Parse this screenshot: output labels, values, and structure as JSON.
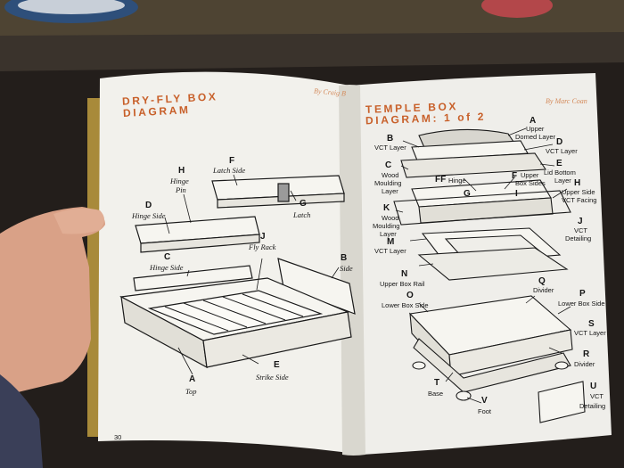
{
  "left_page": {
    "title_line1": "DRY-FLY BOX",
    "title_line2": "DIAGRAM",
    "byline": "By Craig B",
    "page_number": "30",
    "labels": {
      "F": "F",
      "F_text": "Latch Side",
      "H": "H",
      "H_text1": "Hinge",
      "H_text2": "Pin",
      "D": "D",
      "D_text": "Hinge Side",
      "G": "G",
      "G_text": "Latch",
      "C": "C",
      "C_text": "Hinge Side",
      "J": "J",
      "J_text": "Fly Rack",
      "B": "B",
      "B_text": "Side",
      "E": "E",
      "E_text": "Strike Side",
      "A": "A",
      "A_text": "Top"
    }
  },
  "right_page": {
    "title_line1": "TEMPLE BOX",
    "title_line2": "DIAGRAM: 1 of 2",
    "byline": "By Marc Coan",
    "labels": {
      "A": "A",
      "A_text1": "Upper",
      "A_text2": "Domed Layer",
      "B": "B",
      "B_text": "VCT Layer",
      "D": "D",
      "D_text": "VCT Layer",
      "C": "C",
      "C_text1": "Wood",
      "C_text2": "Moulding",
      "C_text3": "Layer",
      "E": "E",
      "E_text1": "Lid Bottom",
      "E_text2": "Layer",
      "FF": "FF",
      "FF_text": "Hinge",
      "F": "F",
      "F_text1": "Upper",
      "F_text2": "Box Sides",
      "G": "G",
      "H": "H",
      "H_text1": "Upper Side",
      "H_text2": "VCT Facing",
      "I": "I",
      "K": "K",
      "K_text1": "Wood",
      "K_text2": "Moulding",
      "K_text3": "Layer",
      "J": "J",
      "J_text1": "VCT",
      "J_text2": "Detailing",
      "M": "M",
      "M_text": "VCT Layer",
      "N": "N",
      "N_text": "Upper Box Rail",
      "O": "O",
      "O_text": "Lower Box Side",
      "Q": "Q",
      "Q_text": "Divider",
      "P": "P",
      "P_text": "Lower Box Side",
      "S": "S",
      "S_text": "VCT Layer",
      "R": "R",
      "R_text": "Divider",
      "T": "T",
      "T_text": "Base",
      "V": "V",
      "V_text": "Foot",
      "U": "U",
      "U_text1": "VCT",
      "U_text2": "Detailing"
    }
  },
  "colors": {
    "title_accent": "#c8602a",
    "paper": "#f2f1ec",
    "background": "#2a2420",
    "skin": "#d9a187",
    "ink": "#151515"
  }
}
